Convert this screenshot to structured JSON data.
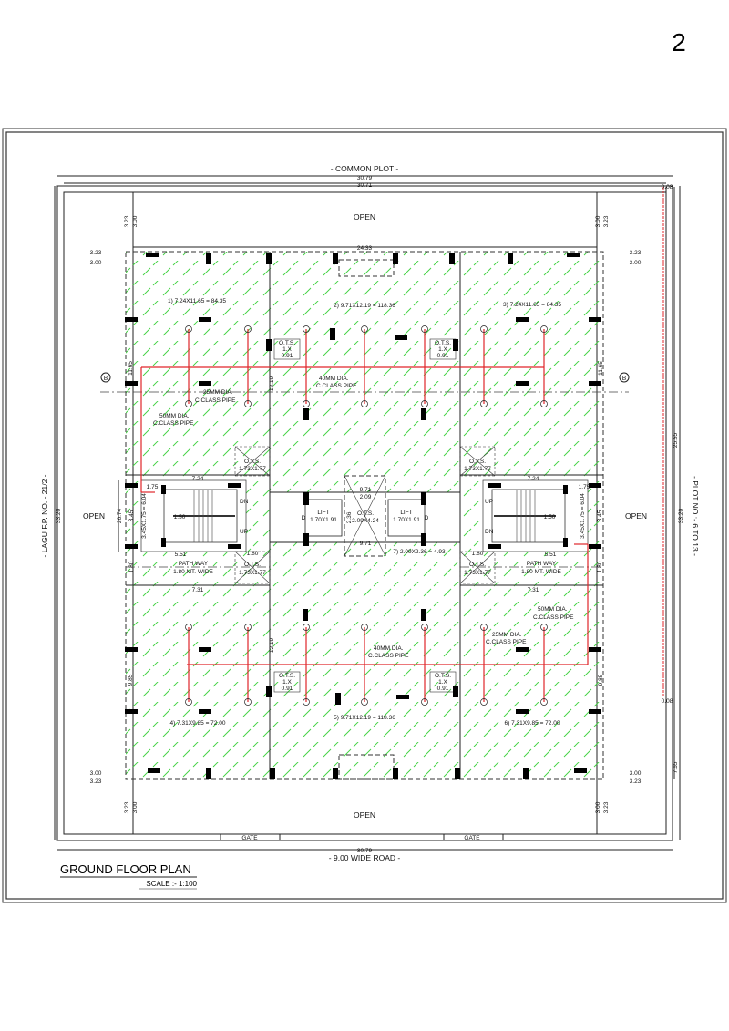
{
  "sheet_number": "2",
  "title": "GROUND FLOOR PLAN",
  "scale": "SCALE :- 1:100",
  "boundaries": {
    "north": "- COMMON PLOT -",
    "south": "- 9.00 WIDE ROAD -",
    "west": "- LAGU F.P. NO.:- 21/2 -",
    "east": "- PLOT NO.:- 6 TO 13 -"
  },
  "open_labels": {
    "top": "OPEN",
    "bottom": "OPEN",
    "left": "OPEN",
    "right": "OPEN"
  },
  "gate_label": "GATE",
  "grid_marker": "B",
  "dimensions": {
    "overall_width": "30.79",
    "inner_width": "30.71",
    "building_width": "24.33",
    "overall_depth": "33.20",
    "right_depth": "25.55",
    "left_depth": "26.74",
    "margin_323": "3.23",
    "margin_300": "3.00",
    "small_008": "0.08",
    "bottom_765": "7.65",
    "top_block_depth": "11.65",
    "mid_depth": "12.19",
    "bottom_block_depth": "9.85",
    "stair_width": "7.24",
    "stair_lower": "5.51",
    "path_width": "7.31",
    "landing": "1.75",
    "stair_calc": "3.45X1.75 = 6.04",
    "stair_345": "3.45",
    "stair_150": "1.50",
    "path_180": "1.80",
    "core_971": "9.71",
    "core_209": "2.09",
    "core_236": "2.36"
  },
  "rooms": [
    {
      "label": "1) 7.24X11.65 = 84.35"
    },
    {
      "label": "2) 9.71X12.19 = 118.36"
    },
    {
      "label": "3) 7.24X11.65 = 84.35"
    },
    {
      "label": "4) 7.31X9.85 = 72.00"
    },
    {
      "label": "5) 9.71X12.19 = 118.36"
    },
    {
      "label": "6) 7.31X9.85 = 72.00"
    },
    {
      "label": "7) 2.09X2.36 = 4.93"
    }
  ],
  "ots": {
    "label": "O.T.S.",
    "small": "1.X",
    "small2": "0.91",
    "large": "1.73X1.77",
    "core": "2.09X4.24"
  },
  "lift": {
    "label": "LIFT",
    "size": "1.70X1.91",
    "door": "D"
  },
  "stairs": {
    "up": "UP",
    "dn": "DN"
  },
  "pathway": {
    "label": "PATH WAY",
    "width": "1.80 MT. WIDE"
  },
  "pipes": {
    "p25": [
      "25MM DIA.",
      "C.CLASS PIPE"
    ],
    "p40": [
      "40MM DIA.",
      "C.CLASS PIPE"
    ],
    "p50": [
      "50MM DIA.",
      "C.CLASS PIPE"
    ]
  },
  "colors": {
    "hatch": "#3fd23f",
    "pipe": "#e0262a",
    "line": "#222222"
  }
}
